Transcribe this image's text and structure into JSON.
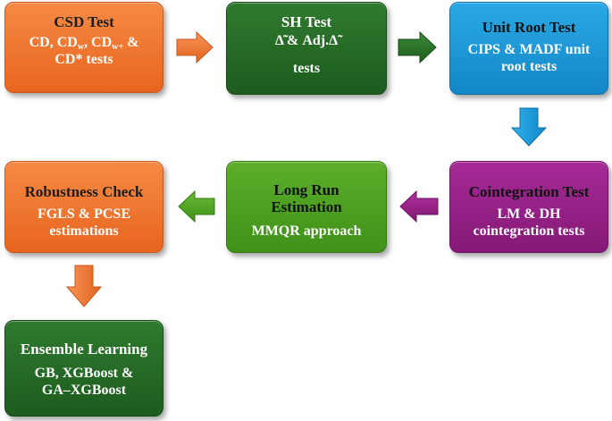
{
  "boxes": {
    "csd": {
      "title": "CSD Test",
      "line1_a": "CD, CD",
      "sub1": "w",
      "line1_b": ", CD",
      "sub2": "w+",
      "line1_c": " &",
      "line2": "CD* tests"
    },
    "sh": {
      "title": "SH Test",
      "line1": "Δ̃ & Adj.Δ̃",
      "line2": "tests"
    },
    "unitroot": {
      "title": "Unit Root Test",
      "line1": "CIPS & MADF unit",
      "line2": "root tests"
    },
    "cointegration": {
      "title": "Cointegration Test",
      "line1": "LM & DH",
      "line2": "cointegration tests"
    },
    "longrun": {
      "title_line1": "Long Run",
      "title_line2": "Estimation",
      "line1": "MMQR approach"
    },
    "robustness": {
      "title": "Robustness Check",
      "line1": "FGLS & PCSE",
      "line2": "estimations"
    },
    "ensemble": {
      "title": "Ensemble Learning",
      "line1": "GB,  XGBoost &",
      "line2": "GA–XGBoost"
    }
  },
  "colors": {
    "orange": "#ee7430",
    "dark_green": "#266b27",
    "blue": "#1f98d8",
    "purple": "#971f88",
    "light_green": "#4ea021"
  }
}
